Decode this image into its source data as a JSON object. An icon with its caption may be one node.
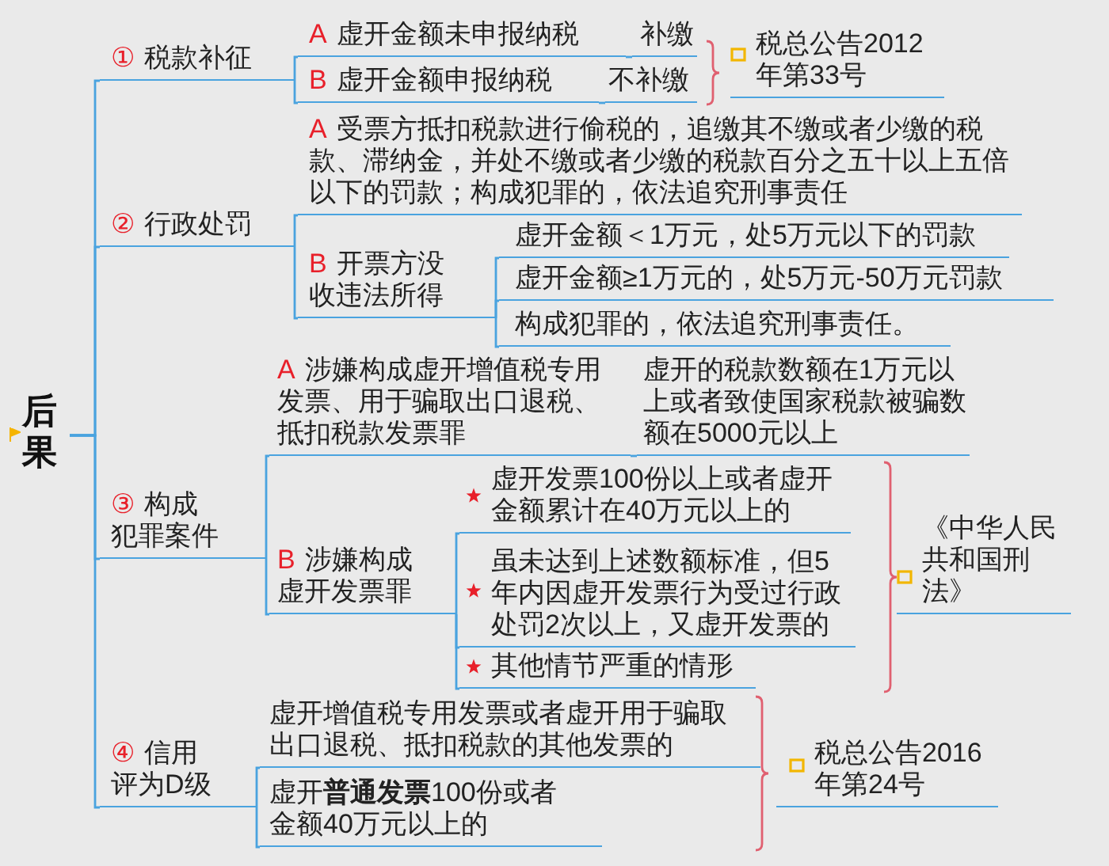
{
  "diagram": {
    "nodes": [
      {
        "text": [
          "后果"
        ]
      },
      {
        "text": [
          "①",
          "税款补征"
        ]
      },
      {
        "text": [
          "A",
          "虚开金额未申报纳税"
        ]
      },
      {
        "text": [
          "补缴"
        ]
      },
      {
        "text": [
          "B",
          "虚开金额申报纳税"
        ]
      },
      {
        "text": [
          "不补缴"
        ]
      },
      {
        "text": [
          "税总公告2012年第33号"
        ]
      },
      {
        "text": [
          "A",
          "受票方抵扣税款进行偷税的，追缴其不缴或者少缴的税款、滞纳金，并处不缴或者少缴的税款百分之五十以上五倍以下的罚款；构成犯罪的，依法追究刑事责任"
        ]
      },
      {
        "text": [
          "②",
          "行政处罚"
        ]
      },
      {
        "text": [
          "B",
          "开票方没收违法所得"
        ]
      },
      {
        "text": [
          "虚开金额＜1万元，处5万元以下的罚款"
        ]
      },
      {
        "text": [
          "虚开金额≥1万元的，处5万元-50万元罚款"
        ]
      },
      {
        "text": [
          "构成犯罪的，依法追究刑事责任。"
        ]
      },
      {
        "text": [
          "A",
          "涉嫌构成虚开增值税专用发票、用于骗取出口退税、抵扣税款发票罪"
        ]
      },
      {
        "text": [
          "虚开的税款数额在1万元以上或者致使国家税款被骗数额在5000元以上"
        ]
      },
      {
        "text": [
          "③",
          "构成犯罪案件"
        ]
      },
      {
        "text": [
          "B",
          "涉嫌构成虚开发票罪"
        ]
      },
      {
        "text": [
          "虚开发票100份以上或者虚开金额累计在40万元以上的"
        ]
      },
      {
        "text": [
          "虽未达到上述数额标准，但5年内因虚开发票行为受过行政处罚2次以上，又虚开发票的"
        ]
      },
      {
        "text": [
          "其他情节严重的情形"
        ]
      },
      {
        "text": [
          "《中华人民共和国刑法》"
        ]
      },
      {
        "text": [
          "④",
          "信用评为D级"
        ]
      },
      {
        "text": [
          "虚开增值税专用发票或者虚开用于骗取出口退税、抵扣税款的其他发票的"
        ]
      },
      {
        "text": [
          "虚开**普通发票**100份或者金额40万元以上的"
        ]
      },
      {
        "text": [
          "税总公告2016年第24号"
        ]
      }
    ],
    "edges": [
      {
        "from": 0,
        "to": 1,
        "arrow": "none"
      },
      {
        "from": 0,
        "to": 8,
        "arrow": "none"
      },
      {
        "from": 0,
        "to": 15,
        "arrow": "none"
      },
      {
        "from": 0,
        "to": 21,
        "arrow": "none"
      },
      {
        "from": 1,
        "to": 2,
        "arrow": "none"
      },
      {
        "from": 1,
        "to": 4,
        "arrow": "none"
      },
      {
        "from": 2,
        "to": 3,
        "arrow": "none"
      },
      {
        "from": 4,
        "to": 5,
        "arrow": "none"
      },
      {
        "from": 8,
        "to": 7,
        "arrow": "none"
      },
      {
        "from": 8,
        "to": 9,
        "arrow": "none"
      },
      {
        "from": 9,
        "to": 10,
        "arrow": "none"
      },
      {
        "from": 9,
        "to": 11,
        "arrow": "none"
      },
      {
        "from": 9,
        "to": 12,
        "arrow": "none"
      },
      {
        "from": 15,
        "to": 13,
        "arrow": "none"
      },
      {
        "from": 15,
        "to": 16,
        "arrow": "none"
      },
      {
        "from": 13,
        "to": 14,
        "arrow": "none"
      },
      {
        "from": 16,
        "to": 17,
        "arrow": "none"
      },
      {
        "from": 16,
        "to": 18,
        "arrow": "none"
      },
      {
        "from": 16,
        "to": 19,
        "arrow": "none"
      },
      {
        "from": 21,
        "to": 22,
        "arrow": "none"
      },
      {
        "from": 21,
        "to": 23,
        "arrow": "none"
      }
    ]
  }
}
